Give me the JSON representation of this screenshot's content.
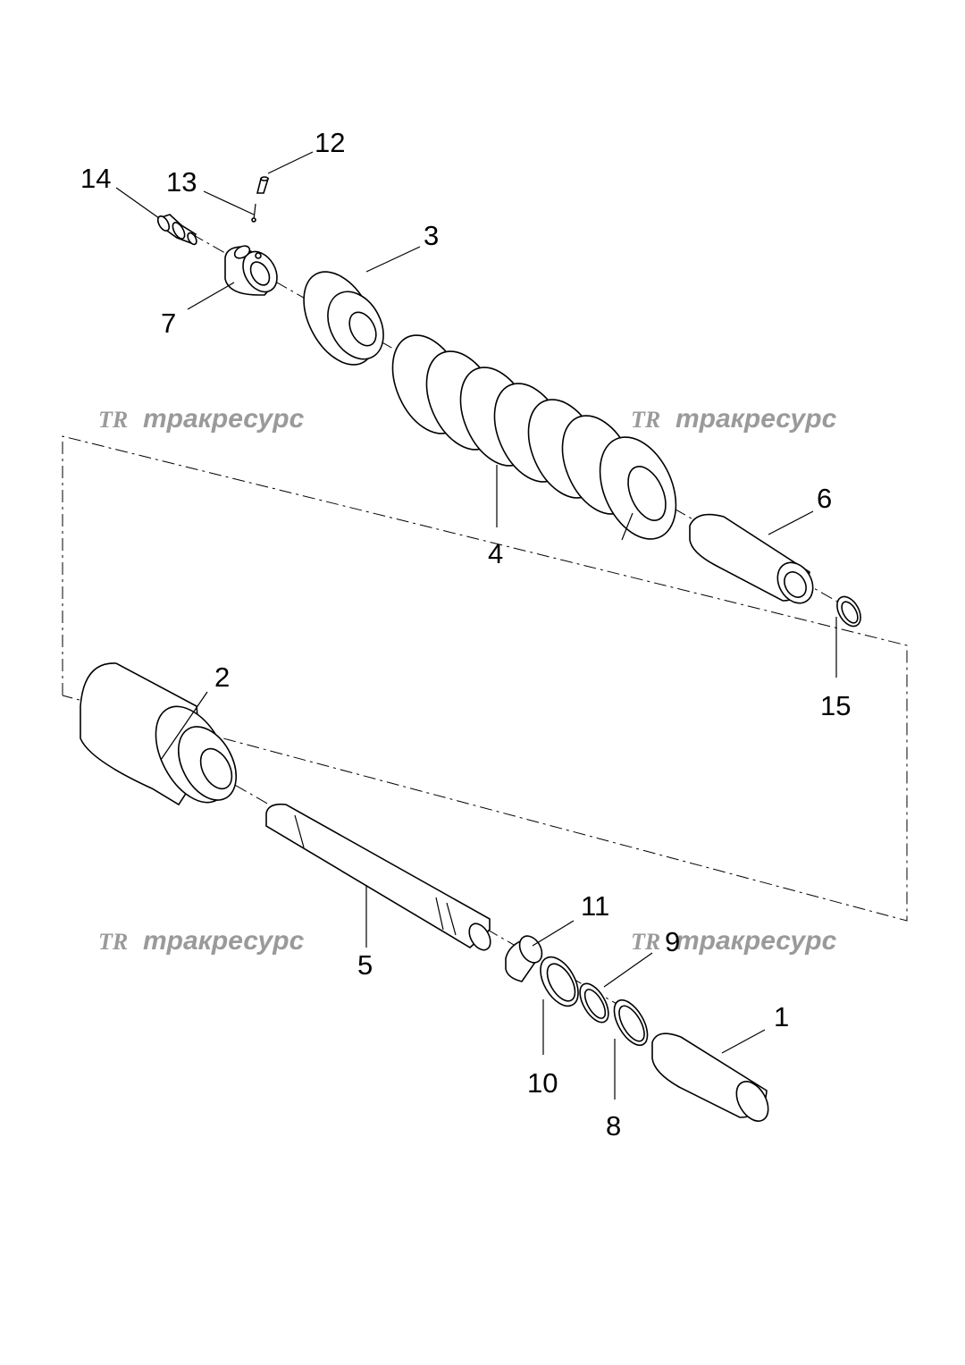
{
  "watermarks": [
    {
      "logo": "TR",
      "text": "тракресурс"
    },
    {
      "logo": "TR",
      "text": "тракресурс"
    },
    {
      "logo": "TR",
      "text": "тракресурс"
    },
    {
      "logo": "TR",
      "text": "тракресурс"
    }
  ],
  "callouts": {
    "c1": "1",
    "c2": "2",
    "c3": "3",
    "c4": "4",
    "c5": "5",
    "c6": "6",
    "c7": "7",
    "c8": "8",
    "c9": "9",
    "c10": "10",
    "c11": "11",
    "c12": "12",
    "c13": "13",
    "c14": "14",
    "c15": "15"
  }
}
